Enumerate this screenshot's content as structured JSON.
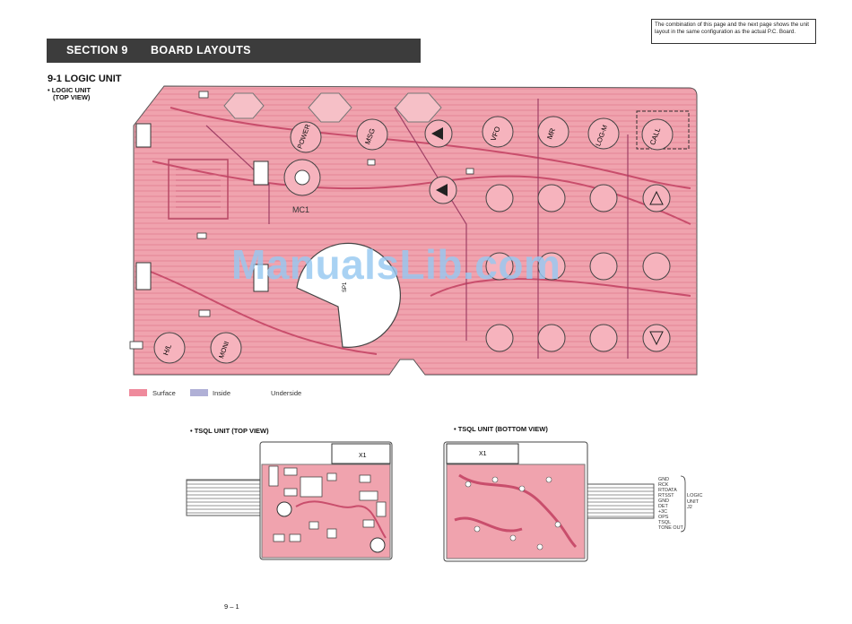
{
  "header_note": "The combination of this page and the next page shows the unit layout in the same configuration as the actual P.C. Board.",
  "section": {
    "number": "SECTION 9",
    "title": "BOARD LAYOUTS"
  },
  "logic": {
    "subheading": "9-1  LOGIC UNIT",
    "caption_line1": "• LOGIC UNIT",
    "caption_line2": "(TOP VIEW)",
    "keys": [
      "POWER",
      "MSG",
      "VFO",
      "MR",
      "LOG-M",
      "CALL",
      "H/L",
      "MONI"
    ],
    "speaker_label": "SP1",
    "mic_label": "MC1"
  },
  "legend": {
    "surface": "Surface",
    "inside": "Inside",
    "underside": "Underside"
  },
  "colors": {
    "surface": "#ef8a9c",
    "inside": "#b0b0d6",
    "board_fill": "#f0a3ae",
    "trace": "#d25f79"
  },
  "tsql_top": {
    "caption": "• TSQL UNIT (TOP VIEW)",
    "x1_label": "X1"
  },
  "tsql_bottom": {
    "caption": "• TSQL UNIT (BOTTOM VIEW)",
    "x1_label": "X1",
    "signals": [
      "GND",
      "RCK",
      "RTDATA",
      "RTSST",
      "GND",
      "DET",
      "+3C",
      "OPS",
      "TSQL",
      "TONE OUT"
    ],
    "connect_label": [
      "LOGIC",
      "UNIT",
      "J2"
    ]
  },
  "page_number": "9 – 1",
  "watermark": "ManualsLib.com"
}
